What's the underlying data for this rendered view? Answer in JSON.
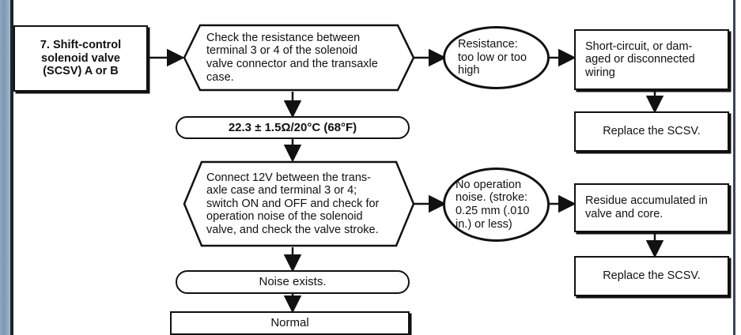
{
  "diagram": {
    "title": "Shift-control solenoid valve (SCSV) troubleshooting flowchart",
    "stroke_color": "#111111",
    "background_color": "#ffffff",
    "binding_color": "#7e97b4"
  },
  "nodes": {
    "start": {
      "shape": "rectangle",
      "text": "7. Shift-control\nsolenoid valve\n(SCSV) A or B"
    },
    "check_resistance": {
      "shape": "hexagon",
      "text": "Check the resistance between\nterminal 3 or 4 of the solenoid\nvalve connector and the transaxle\ncase."
    },
    "resistance_fault": {
      "shape": "ellipse",
      "text": "Resistance:\ntoo low or too\nhigh"
    },
    "short_circuit": {
      "shape": "rectangle",
      "text": "Short-circuit, or dam-\naged or disconnected\nwiring"
    },
    "replace_scsv_top": {
      "shape": "rectangle",
      "text": "Replace the SCSV."
    },
    "spec_value": {
      "shape": "stadium",
      "text": "22.3 ± 1.5Ω/20°C (68°F)"
    },
    "connect_12v": {
      "shape": "hexagon",
      "text": "Connect 12V between the trans-\naxle case and terminal 3 or 4;\nswitch ON and OFF and check for\noperation noise of the solenoid\nvalve, and check the valve stroke."
    },
    "no_operation_noise": {
      "shape": "ellipse",
      "text": "No operation\nnoise. (stroke:\n0.25 mm (.010\nin.) or less)"
    },
    "residue": {
      "shape": "rectangle",
      "text": "Residue accumulated in\nvalve and core."
    },
    "replace_scsv_bottom": {
      "shape": "rectangle",
      "text": "Replace the SCSV."
    },
    "noise_exists": {
      "shape": "stadium",
      "text": "Noise exists."
    },
    "normal": {
      "shape": "rectangle",
      "text": "Normal"
    }
  },
  "connectors": [
    {
      "name": "start-to-check",
      "from": "start",
      "to": "check_resistance",
      "direction": "right"
    },
    {
      "name": "check-to-resistance-fault",
      "from": "check_resistance",
      "to": "resistance_fault",
      "direction": "right"
    },
    {
      "name": "resistance-fault-to-short-circuit",
      "from": "resistance_fault",
      "to": "short_circuit",
      "direction": "right"
    },
    {
      "name": "short-circuit-to-replace-top",
      "from": "short_circuit",
      "to": "replace_scsv_top",
      "direction": "down"
    },
    {
      "name": "check-to-spec",
      "from": "check_resistance",
      "to": "spec_value",
      "direction": "down"
    },
    {
      "name": "spec-to-connect-12v",
      "from": "spec_value",
      "to": "connect_12v",
      "direction": "down"
    },
    {
      "name": "connect-12v-to-no-noise",
      "from": "connect_12v",
      "to": "no_operation_noise",
      "direction": "right"
    },
    {
      "name": "no-noise-to-residue",
      "from": "no_operation_noise",
      "to": "residue",
      "direction": "right"
    },
    {
      "name": "residue-to-replace-bottom",
      "from": "residue",
      "to": "replace_scsv_bottom",
      "direction": "down"
    },
    {
      "name": "connect-12v-to-noise-exists",
      "from": "connect_12v",
      "to": "noise_exists",
      "direction": "down"
    },
    {
      "name": "noise-exists-to-normal",
      "from": "noise_exists",
      "to": "normal",
      "direction": "down"
    }
  ]
}
